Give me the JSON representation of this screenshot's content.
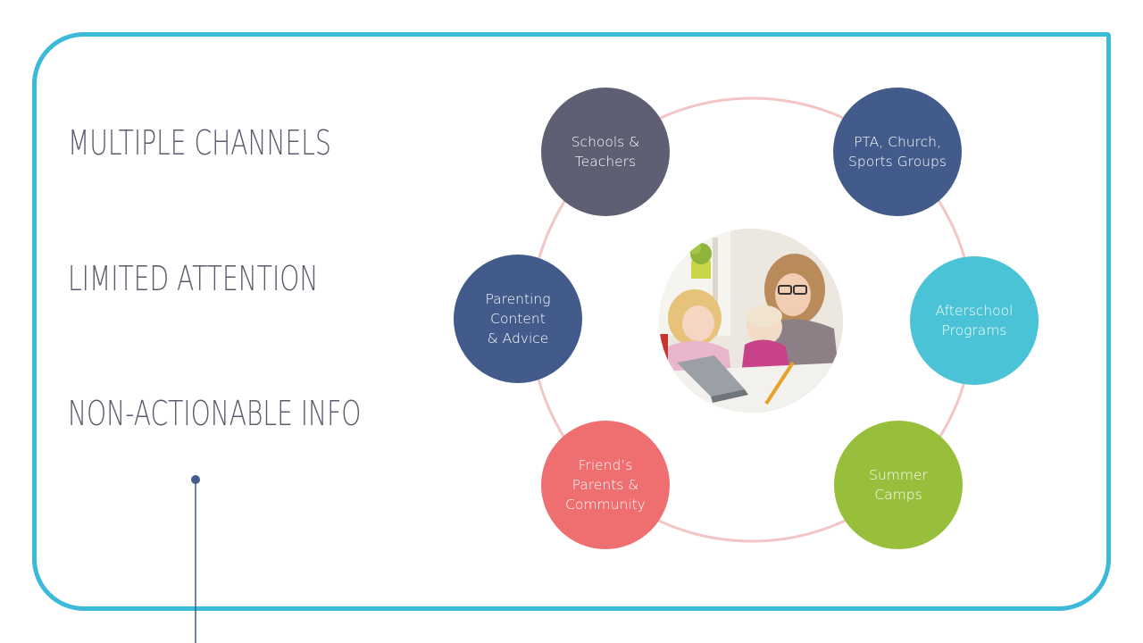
{
  "slide": {
    "headings": [
      "MULTIPLE CHANNELS",
      "LIMITED ATTENTION",
      "NON-ACTIONABLE INFO"
    ]
  },
  "diagram": {
    "nodes": {
      "schools": {
        "label": "Schools &\nTeachers",
        "color": "#5e5f73"
      },
      "pta": {
        "label": "PTA, Church,\nSports Groups",
        "color": "#435b8b"
      },
      "parenting": {
        "label": "Parenting\nContent\n& Advice",
        "color": "#435b8b"
      },
      "afterschool": {
        "label": "Afterschool\nPrograms",
        "color": "#4bc3d6"
      },
      "friends": {
        "label": "Friend’s\nParents &\nCommunity",
        "color": "#ef6e70"
      },
      "summer": {
        "label": "Summer\nCamps",
        "color": "#97bf3c"
      }
    },
    "ring_color": "#f3c5c5",
    "frame_color": "#3bbad9"
  }
}
